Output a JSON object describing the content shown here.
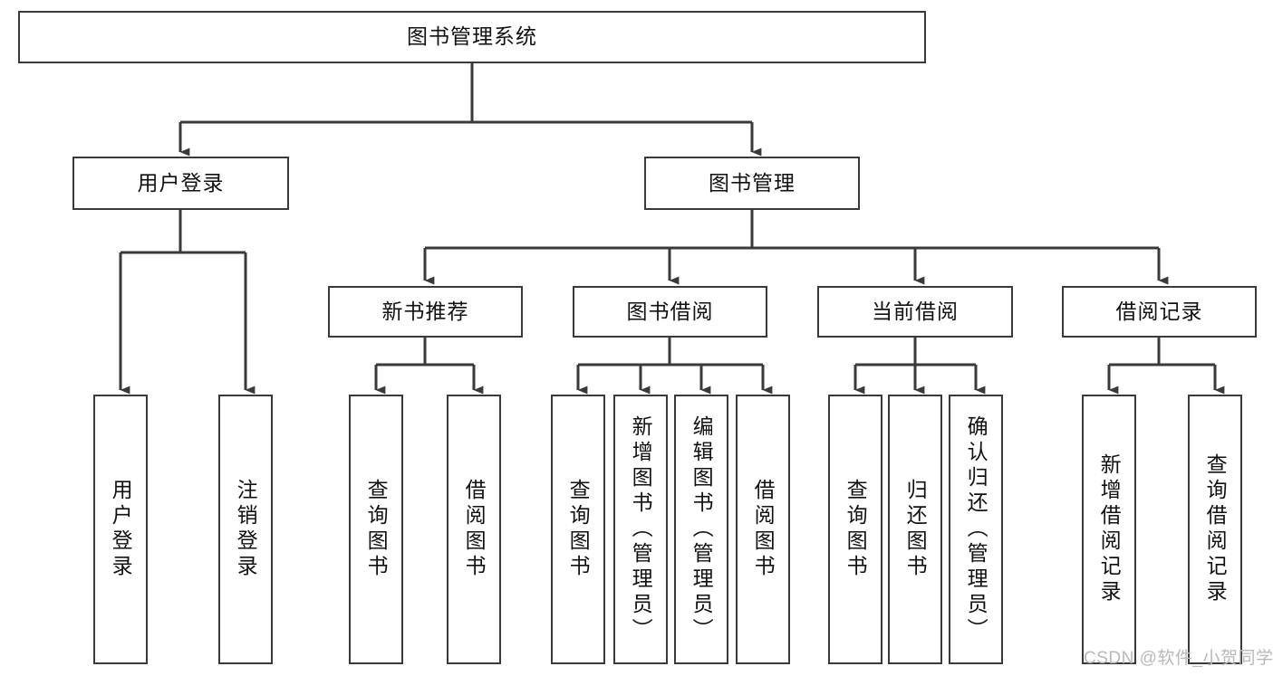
{
  "diagram": {
    "type": "tree-hierarchy",
    "title": "图书管理系统",
    "root": {
      "id": "root",
      "label": "图书管理系统"
    },
    "level2": [
      {
        "id": "user-login",
        "label": "用户登录"
      },
      {
        "id": "book-manage",
        "label": "图书管理"
      }
    ],
    "level3": [
      {
        "id": "new-book-rec",
        "label": "新书推荐",
        "parent": "book-manage"
      },
      {
        "id": "book-borrow",
        "label": "图书借阅",
        "parent": "book-manage"
      },
      {
        "id": "current-borrow",
        "label": "当前借阅",
        "parent": "book-manage"
      },
      {
        "id": "borrow-record",
        "label": "借阅记录",
        "parent": "book-manage"
      }
    ],
    "leaves": {
      "user-login": [
        {
          "id": "leaf-user-login",
          "label": "用户登录"
        },
        {
          "id": "leaf-user-logout",
          "label": "注销登录"
        }
      ],
      "new-book-rec": [
        {
          "id": "leaf-query-book-1",
          "label": "查询图书"
        },
        {
          "id": "leaf-borrow-book-1",
          "label": "借阅图书"
        }
      ],
      "book-borrow": [
        {
          "id": "leaf-query-book-2",
          "label": "查询图书"
        },
        {
          "id": "leaf-add-book",
          "label": "新增图书（管理员）"
        },
        {
          "id": "leaf-edit-book",
          "label": "编辑图书（管理员）"
        },
        {
          "id": "leaf-borrow-book-2",
          "label": "借阅图书"
        }
      ],
      "current-borrow": [
        {
          "id": "leaf-query-book-3",
          "label": "查询图书"
        },
        {
          "id": "leaf-return-book",
          "label": "归还图书"
        },
        {
          "id": "leaf-confirm-return",
          "label": "确认归还（管理员）"
        }
      ],
      "borrow-record": [
        {
          "id": "leaf-add-record",
          "label": "新增借阅记录"
        },
        {
          "id": "leaf-query-record",
          "label": "查询借阅记录"
        }
      ]
    }
  },
  "watermark": {
    "text": "CSDN @软件_小贺同学"
  },
  "colors": {
    "box_border": "#3a3a3a",
    "box_fill": "#ffffff",
    "connector": "#3a3a3a",
    "text": "#111111",
    "watermark": "#b9b9b9",
    "background": "#ffffff"
  }
}
